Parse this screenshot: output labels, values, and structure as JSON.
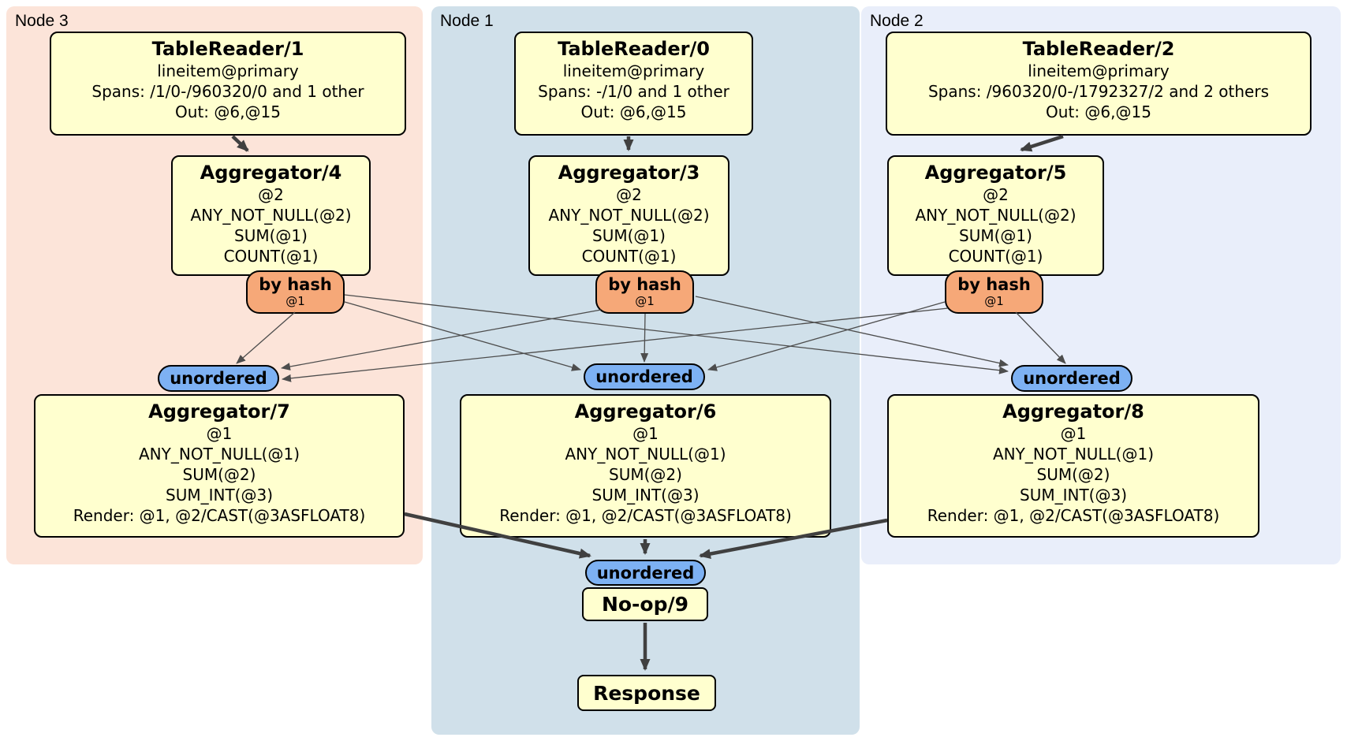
{
  "regions": {
    "node3": {
      "label": "Node 3"
    },
    "node1": {
      "label": "Node 1"
    },
    "node2": {
      "label": "Node 2"
    }
  },
  "processors": {
    "tr1": {
      "title": "TableReader/1",
      "lines": [
        "lineitem@primary",
        "Spans: /1/0-/960320/0 and 1 other",
        "Out: @6,@15"
      ]
    },
    "tr0": {
      "title": "TableReader/0",
      "lines": [
        "lineitem@primary",
        "Spans: -/1/0 and 1 other",
        "Out: @6,@15"
      ]
    },
    "tr2": {
      "title": "TableReader/2",
      "lines": [
        "lineitem@primary",
        "Spans: /960320/0-/1792327/2 and 2 others",
        "Out: @6,@15"
      ]
    },
    "ag4": {
      "title": "Aggregator/4",
      "lines": [
        "@2",
        "ANY_NOT_NULL(@2)",
        "SUM(@1)",
        "COUNT(@1)"
      ]
    },
    "ag3": {
      "title": "Aggregator/3",
      "lines": [
        "@2",
        "ANY_NOT_NULL(@2)",
        "SUM(@1)",
        "COUNT(@1)"
      ]
    },
    "ag5": {
      "title": "Aggregator/5",
      "lines": [
        "@2",
        "ANY_NOT_NULL(@2)",
        "SUM(@1)",
        "COUNT(@1)"
      ]
    },
    "ag7": {
      "title": "Aggregator/7",
      "lines": [
        "@1",
        "ANY_NOT_NULL(@1)",
        "SUM(@2)",
        "SUM_INT(@3)",
        "Render: @1, @2/CAST(@3ASFLOAT8)"
      ]
    },
    "ag6": {
      "title": "Aggregator/6",
      "lines": [
        "@1",
        "ANY_NOT_NULL(@1)",
        "SUM(@2)",
        "SUM_INT(@3)",
        "Render: @1, @2/CAST(@3ASFLOAT8)"
      ]
    },
    "ag8": {
      "title": "Aggregator/8",
      "lines": [
        "@1",
        "ANY_NOT_NULL(@1)",
        "SUM(@2)",
        "SUM_INT(@3)",
        "Render: @1, @2/CAST(@3ASFLOAT8)"
      ]
    },
    "noop": {
      "title": "No-op/9"
    },
    "response": {
      "title": "Response"
    }
  },
  "routers": {
    "r4": {
      "label": "by hash",
      "detail": "@1"
    },
    "r3": {
      "label": "by hash",
      "detail": "@1"
    },
    "r5": {
      "label": "by hash",
      "detail": "@1"
    }
  },
  "streams": {
    "u7": {
      "label": "unordered"
    },
    "u6": {
      "label": "unordered"
    },
    "u8": {
      "label": "unordered"
    },
    "ufinal": {
      "label": "unordered"
    }
  },
  "colors": {
    "node3_bg": "#fce4d9",
    "node1_bg": "#d0e0ea",
    "node2_bg": "#e9eefa",
    "box_bg": "#ffffcf",
    "router_bg": "#f6a878",
    "stream_bg": "#7db1f3",
    "edge_thin": "#4d4d4d",
    "edge_thick": "#404040"
  }
}
